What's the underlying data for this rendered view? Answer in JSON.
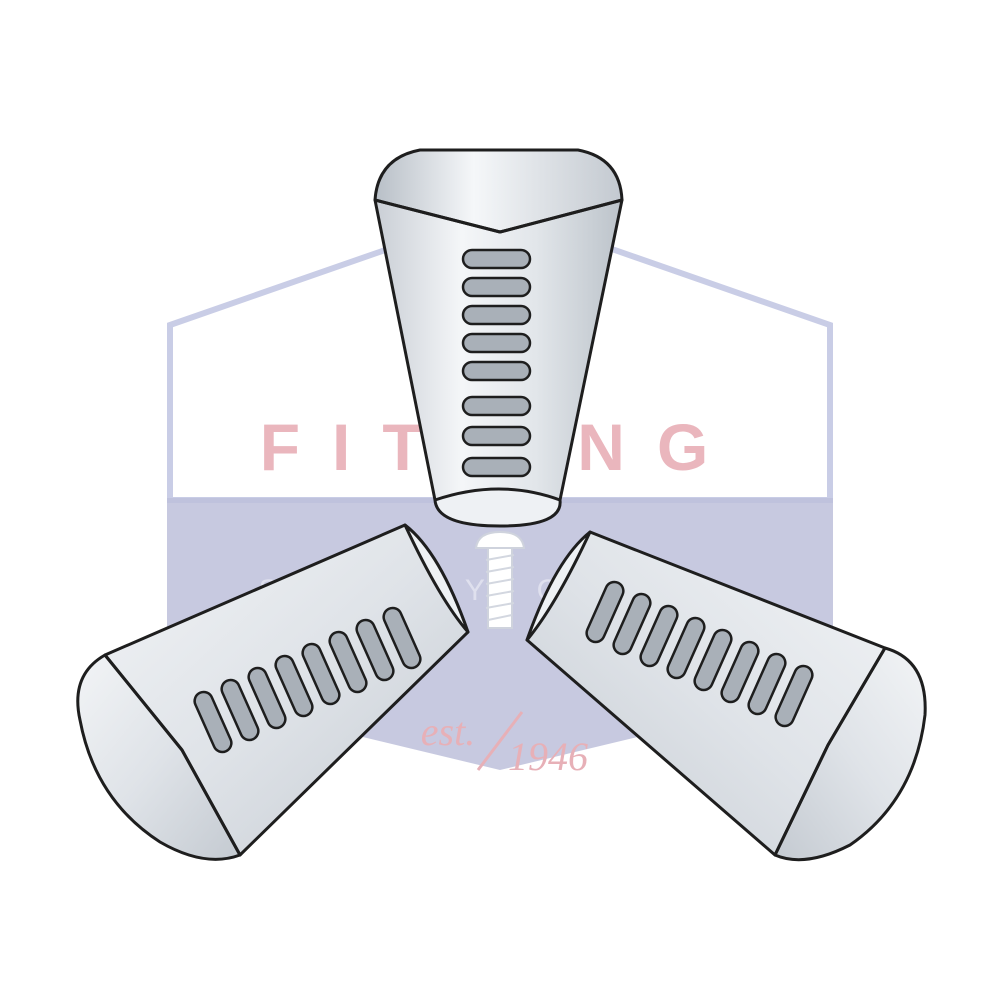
{
  "watermark": {
    "brand_word": "FITTING",
    "sub_word": "SUPPLY CORP",
    "est_label": "est.",
    "year": "1946",
    "colors": {
      "outline": "#c9cde6",
      "band": "#bdbfda",
      "brand_text": "#eab6bd",
      "script_text": "#e7b0b7"
    }
  },
  "product": {
    "colors": {
      "metal_light": "#f3f5f7",
      "metal_mid": "#d6dbe1",
      "metal_dark": "#aeb5bd",
      "slot_fill": "#a9b0b8",
      "stroke": "#1e1e1e"
    }
  }
}
